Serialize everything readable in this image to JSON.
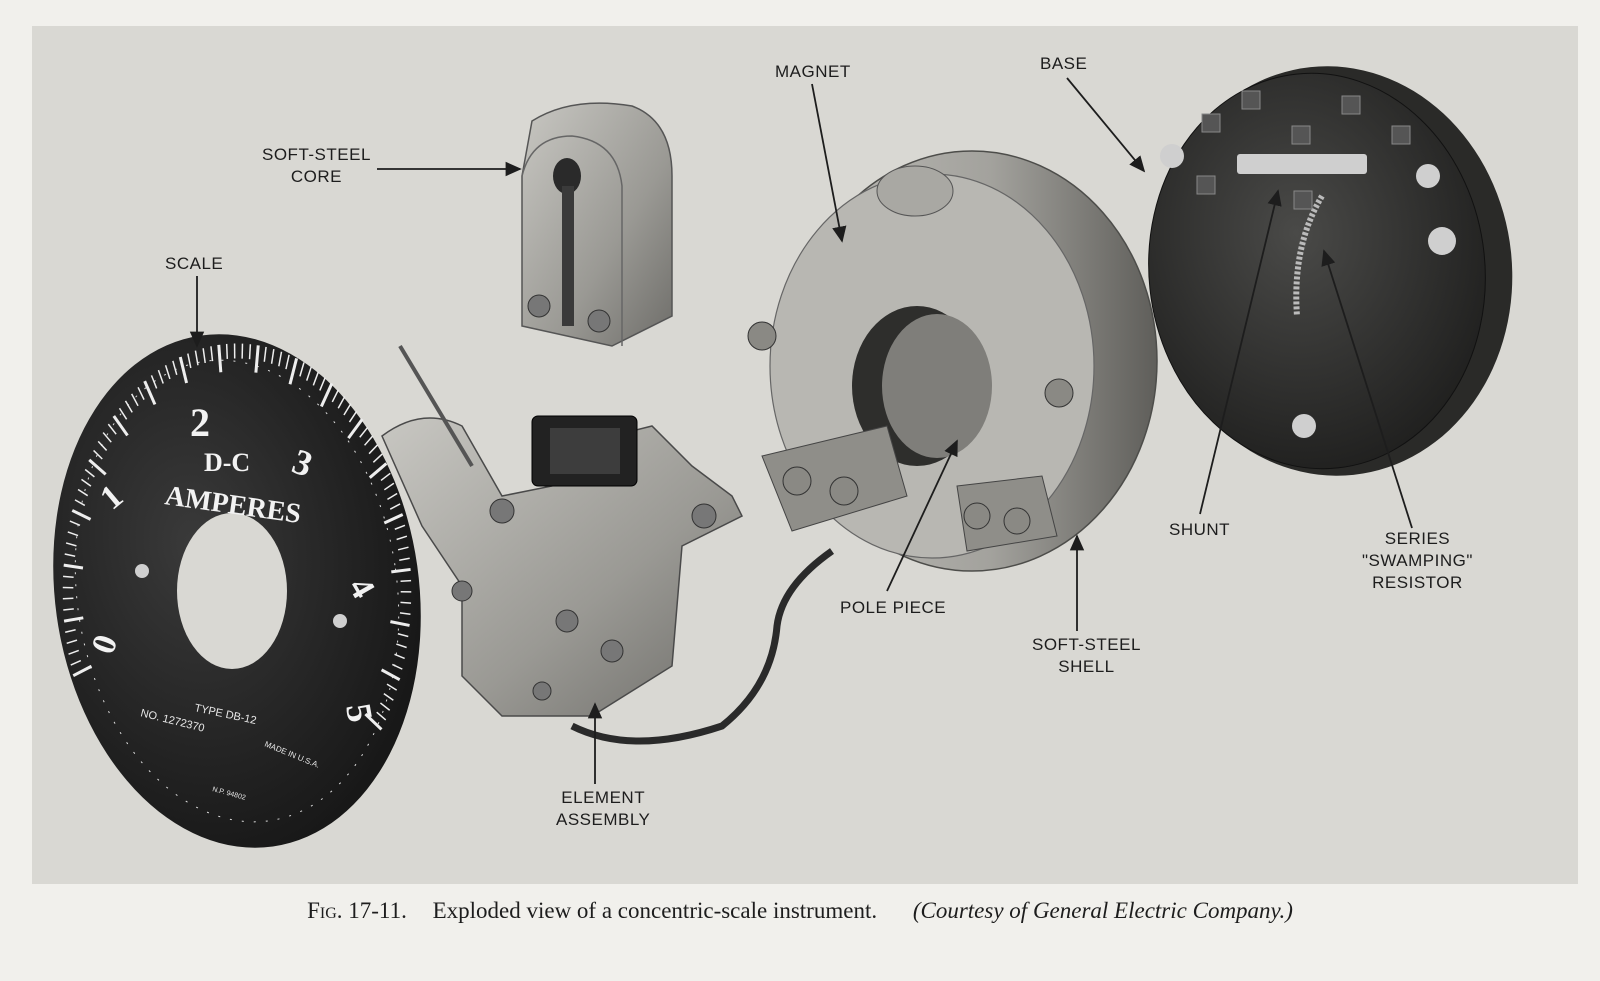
{
  "labels": {
    "soft_steel_core": [
      "SOFT-STEEL",
      "CORE"
    ],
    "scale": "SCALE",
    "magnet": "MAGNET",
    "base": "BASE",
    "pole_piece": "POLE PIECE",
    "soft_steel_shell": [
      "SOFT-STEEL",
      "SHELL"
    ],
    "element_assembly": [
      "ELEMENT",
      "ASSEMBLY"
    ],
    "shunt": "SHUNT",
    "series_swamping_resistor": [
      "SERIES",
      "\"SWAMPING\"",
      "RESISTOR"
    ]
  },
  "dial": {
    "numerals": [
      "0",
      "1",
      "2",
      "3",
      "4",
      "5"
    ],
    "title_line1": "D-C",
    "title_line2": "AMPERES",
    "type": "TYPE DB-12",
    "number": "NO. 1272370",
    "made_in": "MADE IN U.S.A.",
    "part": "N.P. 94802"
  },
  "caption": {
    "fig_number": "Fig. 17-11.",
    "text": "Exploded view of a concentric-scale instrument.",
    "credit": "(Courtesy of General Electric Company.)"
  }
}
